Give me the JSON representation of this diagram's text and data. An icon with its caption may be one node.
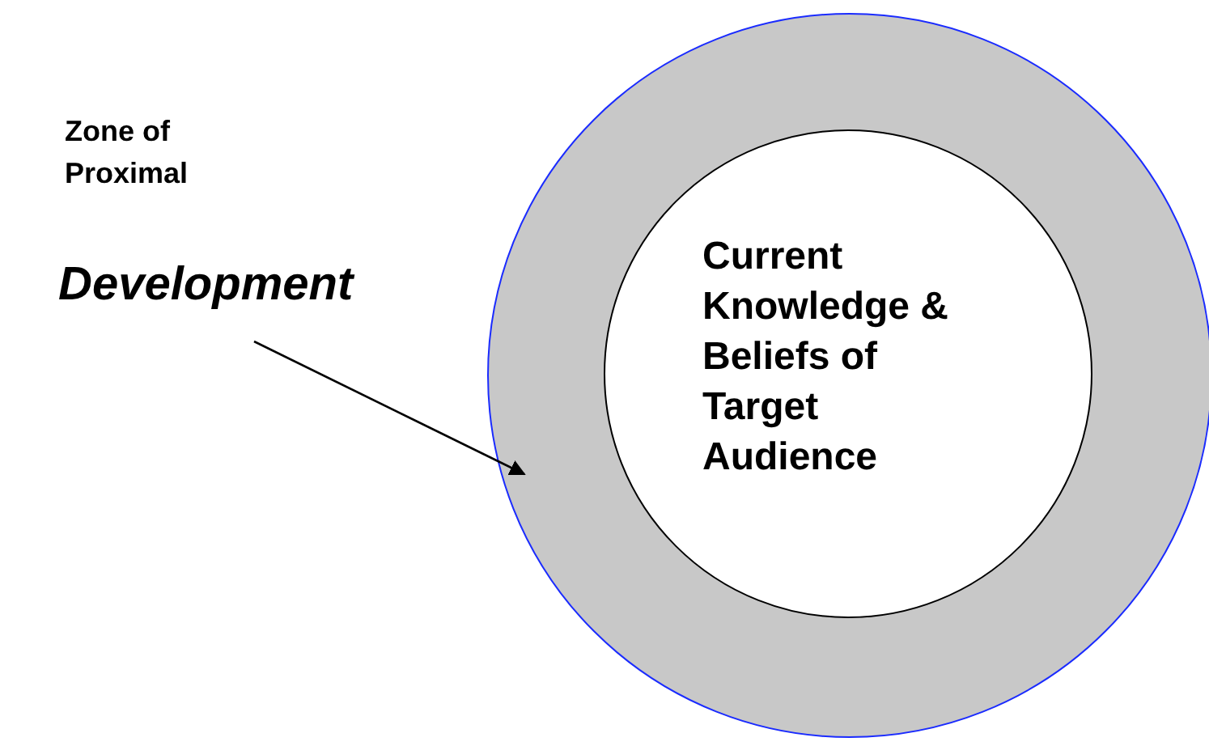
{
  "diagram": {
    "nodes": [
      {
        "text": [
          "Zone of Proximal",
          "Development"
        ]
      },
      {
        "text": [],
        "shape": "circle"
      },
      {
        "text": [
          "Current Knowledge & Beliefs of Target Audience"
        ],
        "in": 1
      }
    ],
    "edges": [
      {
        "from": 0,
        "to": 1,
        "arrow": "to"
      }
    ]
  }
}
